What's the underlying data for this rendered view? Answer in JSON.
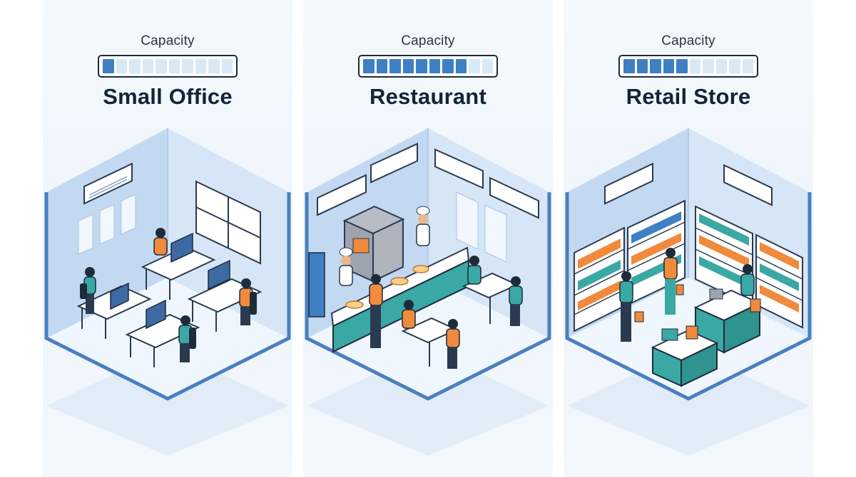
{
  "panels": [
    {
      "title": "Small Office",
      "capacity_label": "Capacity",
      "capacity": {
        "filled": 1,
        "total": 10
      }
    },
    {
      "title": "Restaurant",
      "capacity_label": "Capacity",
      "capacity": {
        "filled": 8,
        "total": 10
      }
    },
    {
      "title": "Retail Store",
      "capacity_label": "Capacity",
      "capacity": {
        "filled": 5,
        "total": 10
      }
    }
  ],
  "colors": {
    "meter_filled": "#3f7fc4",
    "meter_empty": "#d8e8f6",
    "title": "#13233a",
    "wall": "#c7dcf3",
    "floor": "#eef5fc",
    "accent_orange": "#f08a3c",
    "accent_teal": "#3aa8a4"
  },
  "icons": [
    "air-conditioner-icon",
    "person-icon",
    "chef-icon",
    "desk-icon",
    "monitor-icon",
    "oven-icon",
    "shelf-icon",
    "shopping-bag-icon",
    "cash-register-icon"
  ]
}
